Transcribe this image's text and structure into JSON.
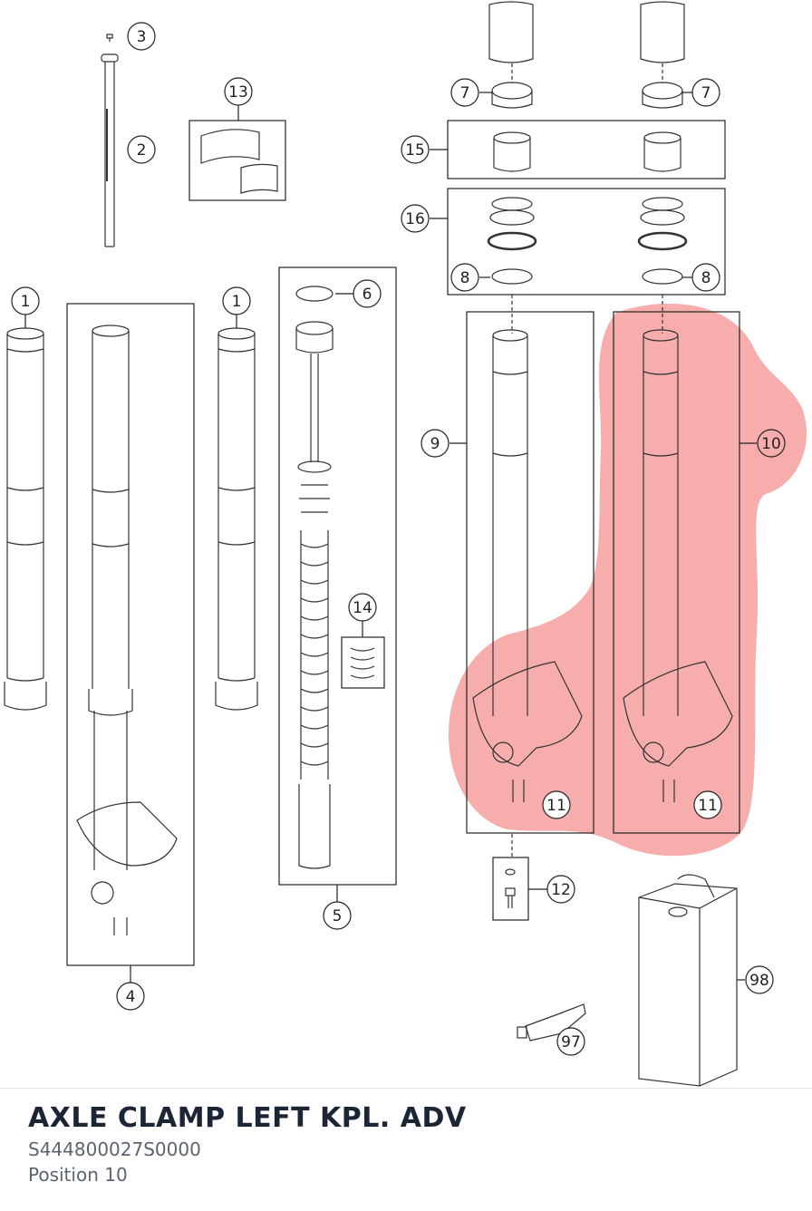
{
  "diagram": {
    "callouts": [
      {
        "id": "c3",
        "label": "3"
      },
      {
        "id": "c2",
        "label": "2"
      },
      {
        "id": "c13",
        "label": "13"
      },
      {
        "id": "c1a",
        "label": "1"
      },
      {
        "id": "c1b",
        "label": "1"
      },
      {
        "id": "c4",
        "label": "4"
      },
      {
        "id": "c6",
        "label": "6"
      },
      {
        "id": "c14",
        "label": "14"
      },
      {
        "id": "c5",
        "label": "5"
      },
      {
        "id": "c7a",
        "label": "7"
      },
      {
        "id": "c7b",
        "label": "7"
      },
      {
        "id": "c15",
        "label": "15"
      },
      {
        "id": "c16",
        "label": "16"
      },
      {
        "id": "c8a",
        "label": "8"
      },
      {
        "id": "c8b",
        "label": "8"
      },
      {
        "id": "c9",
        "label": "9"
      },
      {
        "id": "c10",
        "label": "10"
      },
      {
        "id": "c11a",
        "label": "11"
      },
      {
        "id": "c11b",
        "label": "11"
      },
      {
        "id": "c12",
        "label": "12"
      },
      {
        "id": "c97",
        "label": "97"
      },
      {
        "id": "c98",
        "label": "98"
      }
    ],
    "highlight_color": "#f26a6a",
    "highlighted_position": "10"
  },
  "part": {
    "title": "AXLE CLAMP LEFT KPL. ADV",
    "number": "S444800027S0000",
    "position": "Position 10"
  }
}
